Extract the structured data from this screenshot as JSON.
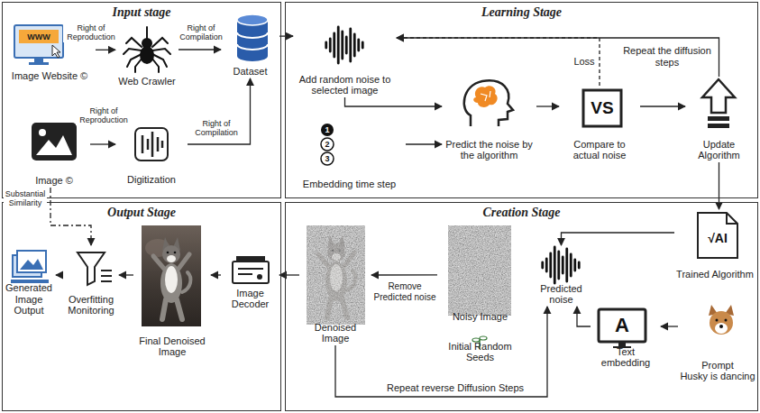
{
  "diagram": {
    "nodes": [
      {
        "text": [
          "Input stage"
        ]
      },
      {
        "text": [
          "Image Website ©"
        ],
        "in": 0
      },
      {
        "text": [
          "Web Crawler"
        ],
        "in": 0
      },
      {
        "text": [
          "Dataset"
        ],
        "in": 0
      },
      {
        "text": [
          "Image ©"
        ],
        "in": 0
      },
      {
        "text": [
          "Digitization"
        ],
        "in": 0
      },
      {
        "text": [
          "Learning Stage"
        ]
      },
      {
        "text": [
          "Add random noise to selected image"
        ],
        "in": 6
      },
      {
        "text": [
          "Predict the noise by the algorithm"
        ],
        "in": 6
      },
      {
        "text": [
          "Compare to actual noise"
        ],
        "in": 6
      },
      {
        "text": [
          "Update Algorithm"
        ],
        "in": 6
      },
      {
        "text": [
          "Embedding time step"
        ],
        "in": 6
      },
      {
        "text": [
          "Output Stage"
        ]
      },
      {
        "text": [
          "Generated Image Output"
        ],
        "in": 12
      },
      {
        "text": [
          "Overfitting Monitoring"
        ],
        "in": 12
      },
      {
        "text": [
          "Final Denoised Image"
        ],
        "in": 12
      },
      {
        "text": [
          "Image Decoder"
        ],
        "in": 12
      },
      {
        "text": [
          "Creation Stage"
        ]
      },
      {
        "text": [
          "Denoised Image"
        ],
        "in": 17
      },
      {
        "text": [
          "Noisy Image",
          "Initial Random Seeds"
        ],
        "in": 17
      },
      {
        "text": [
          "Predicted noise"
        ],
        "in": 17
      },
      {
        "text": [
          "Trained Algorithm"
        ],
        "in": 17
      },
      {
        "text": [
          "Text embedding"
        ],
        "in": 17
      },
      {
        "text": [
          "Prompt",
          "Husky is dancing"
        ],
        "in": 17
      }
    ],
    "edges": [
      {
        "from": 1,
        "to": 2,
        "label": "Right of Reproduction",
        "arrow": "to"
      },
      {
        "from": 2,
        "to": 3,
        "label": "Right of Compilation",
        "arrow": "to"
      },
      {
        "from": 4,
        "to": 5,
        "label": "Right of Reproduction",
        "arrow": "to"
      },
      {
        "from": 5,
        "to": 3,
        "label": "Right of Compilation",
        "arrow": "to"
      },
      {
        "from": 3,
        "to": 7,
        "arrow": "to"
      },
      {
        "from": 7,
        "to": 8,
        "arrow": "to"
      },
      {
        "from": 11,
        "to": 8,
        "arrow": "to"
      },
      {
        "from": 8,
        "to": 9,
        "arrow": "to"
      },
      {
        "from": 9,
        "to": 10,
        "arrow": "to"
      },
      {
        "from": 9,
        "to": 7,
        "label": "Loss",
        "arrow": "to"
      },
      {
        "from": 10,
        "to": 7,
        "label": "Repeat the diffusion steps",
        "arrow": "to"
      },
      {
        "from": 10,
        "to": 21,
        "arrow": "to"
      },
      {
        "from": 21,
        "to": 20,
        "arrow": "to"
      },
      {
        "from": 23,
        "to": 22,
        "arrow": "to"
      },
      {
        "from": 22,
        "to": 20,
        "arrow": "to"
      },
      {
        "from": 19,
        "to": 18,
        "label": "Remove Predicted noise",
        "arrow": "to"
      },
      {
        "from": 18,
        "to": 20,
        "label": "Repeat reverse Diffusion Steps",
        "arrow": "to"
      },
      {
        "from": 18,
        "to": 16,
        "arrow": "to"
      },
      {
        "from": 16,
        "to": 15,
        "arrow": "to"
      },
      {
        "from": 15,
        "to": 14,
        "arrow": "to"
      },
      {
        "from": 14,
        "to": 13,
        "arrow": "to"
      },
      {
        "from": 4,
        "to": 14,
        "label": "Substantial Similarity",
        "arrow": "to"
      }
    ],
    "labels": [
      "1",
      "2",
      "3",
      "WWW",
      "VS",
      "√AI",
      "A"
    ]
  }
}
